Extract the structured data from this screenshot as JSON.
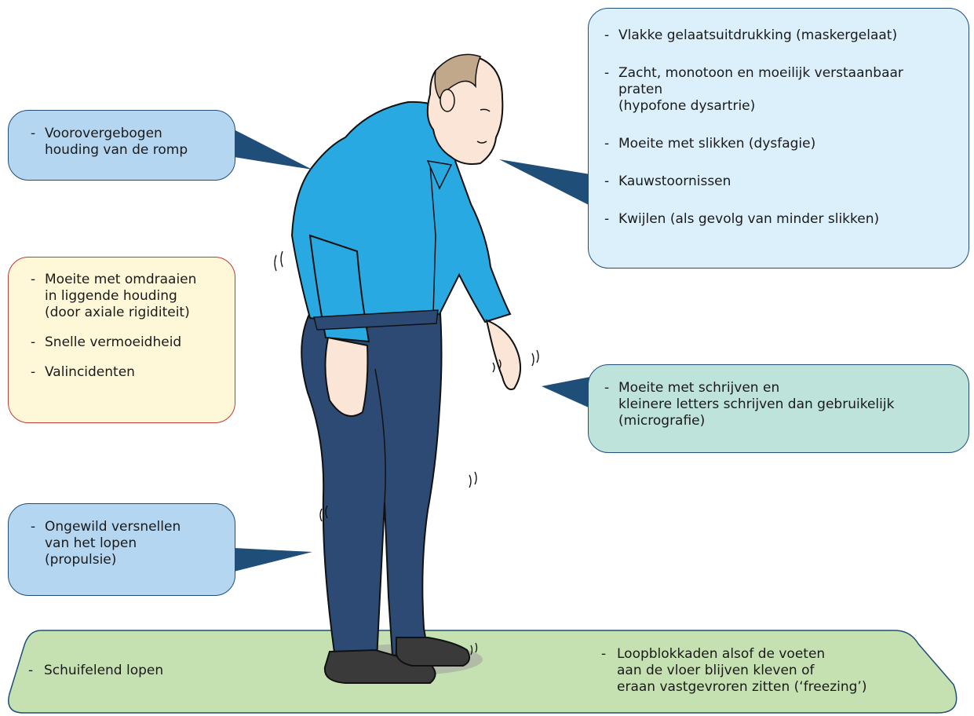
{
  "callouts": {
    "posture": {
      "lines": [
        "Voorovergebogen",
        "houding van de romp"
      ]
    },
    "face": {
      "items": [
        {
          "lines": [
            "Vlakke gelaatsuitdrukking (maskergelaat)"
          ]
        },
        {
          "lines": [
            "Zacht, monotoon en moeilijk verstaanbaar",
            "praten",
            "(hypofone dysartrie)"
          ]
        },
        {
          "lines": [
            "Moeite met slikken (dysfagie)"
          ]
        },
        {
          "lines": [
            "Kauwstoornissen"
          ]
        },
        {
          "lines": [
            "Kwijlen (als gevolg van minder slikken)"
          ]
        }
      ]
    },
    "general": {
      "items": [
        {
          "lines": [
            "Moeite met omdraaien",
            "in liggende houding",
            "(door axiale rigiditeit)"
          ]
        },
        {
          "lines": [
            "Snelle vermoeidheid"
          ]
        },
        {
          "lines": [
            "Valincidenten"
          ]
        }
      ]
    },
    "writing": {
      "lines": [
        "Moeite met schrijven en",
        "kleinere letters schrijven dan gebruikelijk",
        "(micrografie)"
      ]
    },
    "propulsion": {
      "lines": [
        "Ongewild versnellen",
        "van het lopen",
        "(propulsie)"
      ]
    }
  },
  "floor": {
    "left": "Schuifelend lopen",
    "right": {
      "lines": [
        "Loopblokkaden alsof de voeten",
        "aan de vloer blijven kleven of",
        "eraan vastgevroren zitten (‘freezing’)"
      ]
    }
  },
  "colors": {
    "shirt": "#29a9e1",
    "pants": "#2d4a75",
    "skin": "#fbe5d6",
    "hair": "#c2a88a",
    "shoe": "#3a3a3a",
    "floor": "#c6e1b1",
    "pointer": "#1f4e79"
  }
}
